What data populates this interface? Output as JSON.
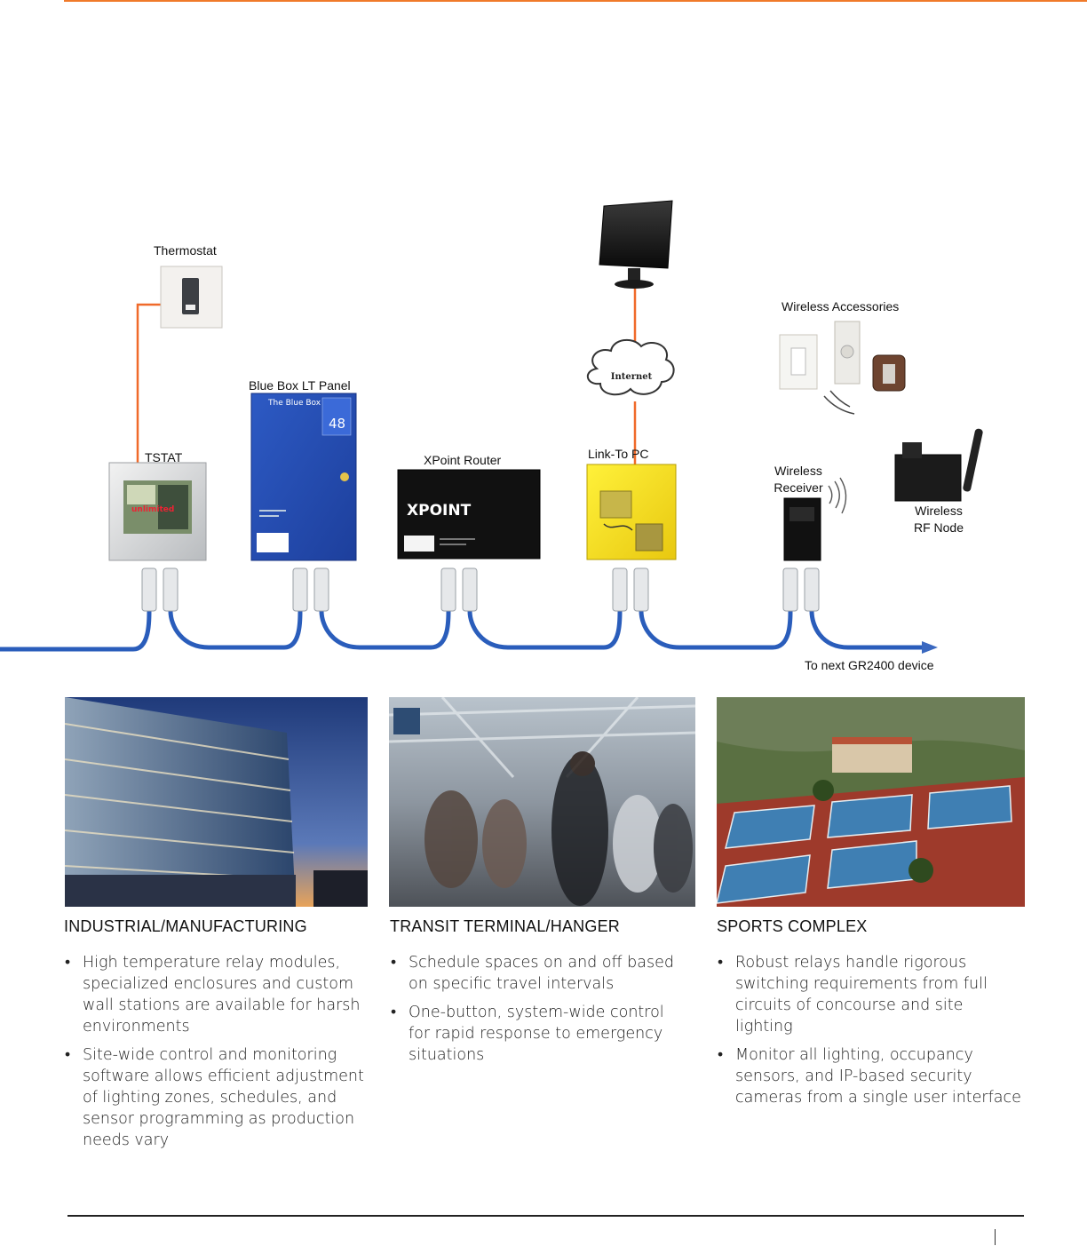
{
  "diagram": {
    "nodes": {
      "thermostat": "Thermostat",
      "tstat": "TSTAT",
      "blue_box": "Blue Box LT Panel",
      "xpoint": "XPoint Router",
      "linkto": "Link-To PC",
      "wireless_accessories": "Wireless Accessories",
      "wireless_receiver_1": "Wireless",
      "wireless_receiver_2": "Receiver",
      "rf_node_1": "Wireless",
      "rf_node_2": "RF Node",
      "cloud": "Internet"
    },
    "device_text": {
      "blue_box_title": "The Blue Box",
      "blue_box_digits": "48",
      "xpoint_brand": "XPOINT"
    },
    "next_device": "To next GR2400 device",
    "colors": {
      "link_line": "#f06a2a",
      "bus_cable": "#2a5dbb",
      "arrow": "#3a68c0",
      "rule": "#f07a2a"
    }
  },
  "columns": [
    {
      "title": "INDUSTRIAL/MANUFACTURING",
      "photo_icon": "office-building-at-dusk",
      "bullets": [
        "High temperature relay modules, specialized enclosures and custom wall stations are available for harsh environments",
        "Site-wide control and monitoring software allows efficient adjustment of lighting zones, schedules, and sensor programming as production needs vary"
      ]
    },
    {
      "title": "TRANSIT TERMINAL/HANGER",
      "photo_icon": "transit-terminal-crowd",
      "bullets": [
        "Schedule spaces on and off based on specific travel intervals",
        "One-button, system-wide control for rapid response to emergency situations"
      ]
    },
    {
      "title": "SPORTS COMPLEX",
      "photo_icon": "tennis-courts-aerial",
      "bullets": [
        "Robust relays handle rigorous switching requirements from full circuits of concourse and site lighting",
        "Monitor all lighting, occupancy sensors, and IP-based security cameras from a single user interface"
      ]
    }
  ]
}
